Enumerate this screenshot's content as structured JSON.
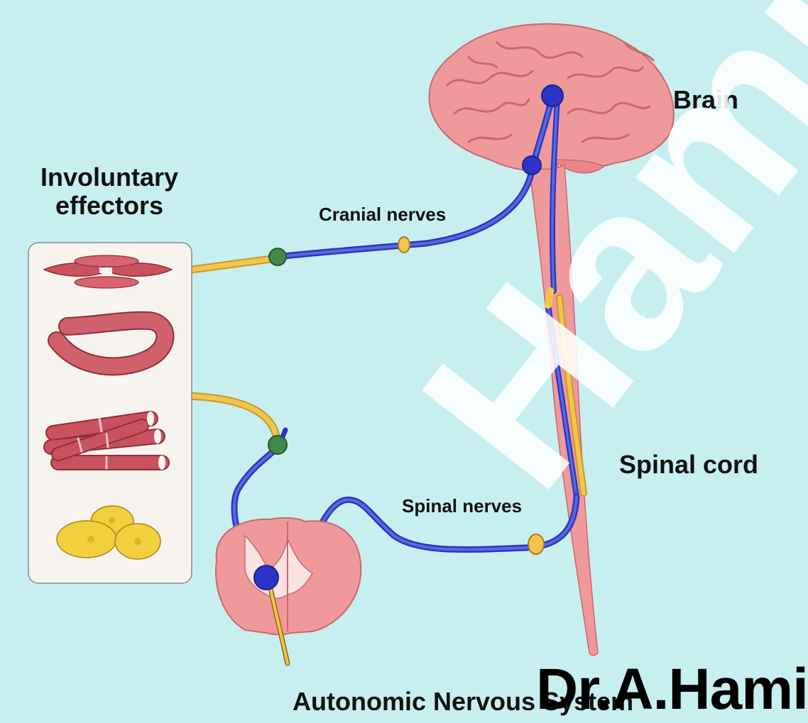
{
  "labels": {
    "brain": "Brain",
    "involuntary_effectors": [
      "Involuntary",
      "effectors"
    ],
    "cranial_nerves": "Cranial nerves",
    "spinal_cord": "Spinal cord",
    "spinal_nerves": "Spinal nerves",
    "title": "Autonomic Nervous System"
  },
  "signature": "Dr.A.Hamid",
  "watermark": "Hami",
  "colors": {
    "background": "#c8eff0",
    "brain": "#f0999b",
    "neuron_blue": "#3f4fc4",
    "soma_blue": "#2a35c8",
    "fiber_yellow": "#f3c54d",
    "ganglion_green": "#3f8a4a",
    "muscle_red": "#c9525e",
    "gland_yellow": "#f2cf3c"
  },
  "effectors": [
    {
      "icon": "cardiac-muscle-icon"
    },
    {
      "icon": "smooth-muscle-icon"
    },
    {
      "icon": "skeletal-muscle-fibers-icon"
    },
    {
      "icon": "gland-cells-icon"
    }
  ]
}
